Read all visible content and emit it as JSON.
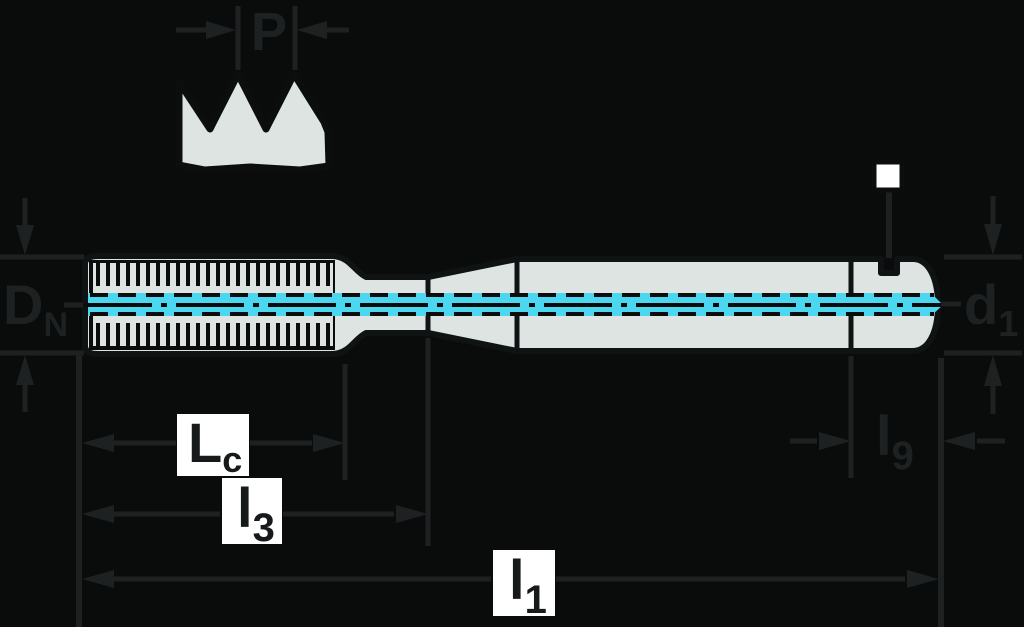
{
  "diagram": {
    "title": "tap-dimension-drawing",
    "colors": {
      "background": "#0a0c0c",
      "tool_body": "#dde4e1",
      "coolant_cyan": "#4cd7f0",
      "dimension_dark": "#1d2122",
      "label_box": "#ffffff",
      "square_symbol": "#ffffff"
    },
    "labels": {
      "pitch": {
        "main": "P"
      },
      "nominal_diameter": {
        "main": "D",
        "sub": "N"
      },
      "shank_diameter": {
        "main": "d",
        "sub": "1"
      },
      "chamfer_length": {
        "main": "L",
        "sub": "c"
      },
      "thread_length": {
        "main": "l",
        "sub": "3"
      },
      "overall_length": {
        "main": "l",
        "sub": "1"
      },
      "square_length": {
        "main": "l",
        "sub": "9"
      }
    }
  }
}
